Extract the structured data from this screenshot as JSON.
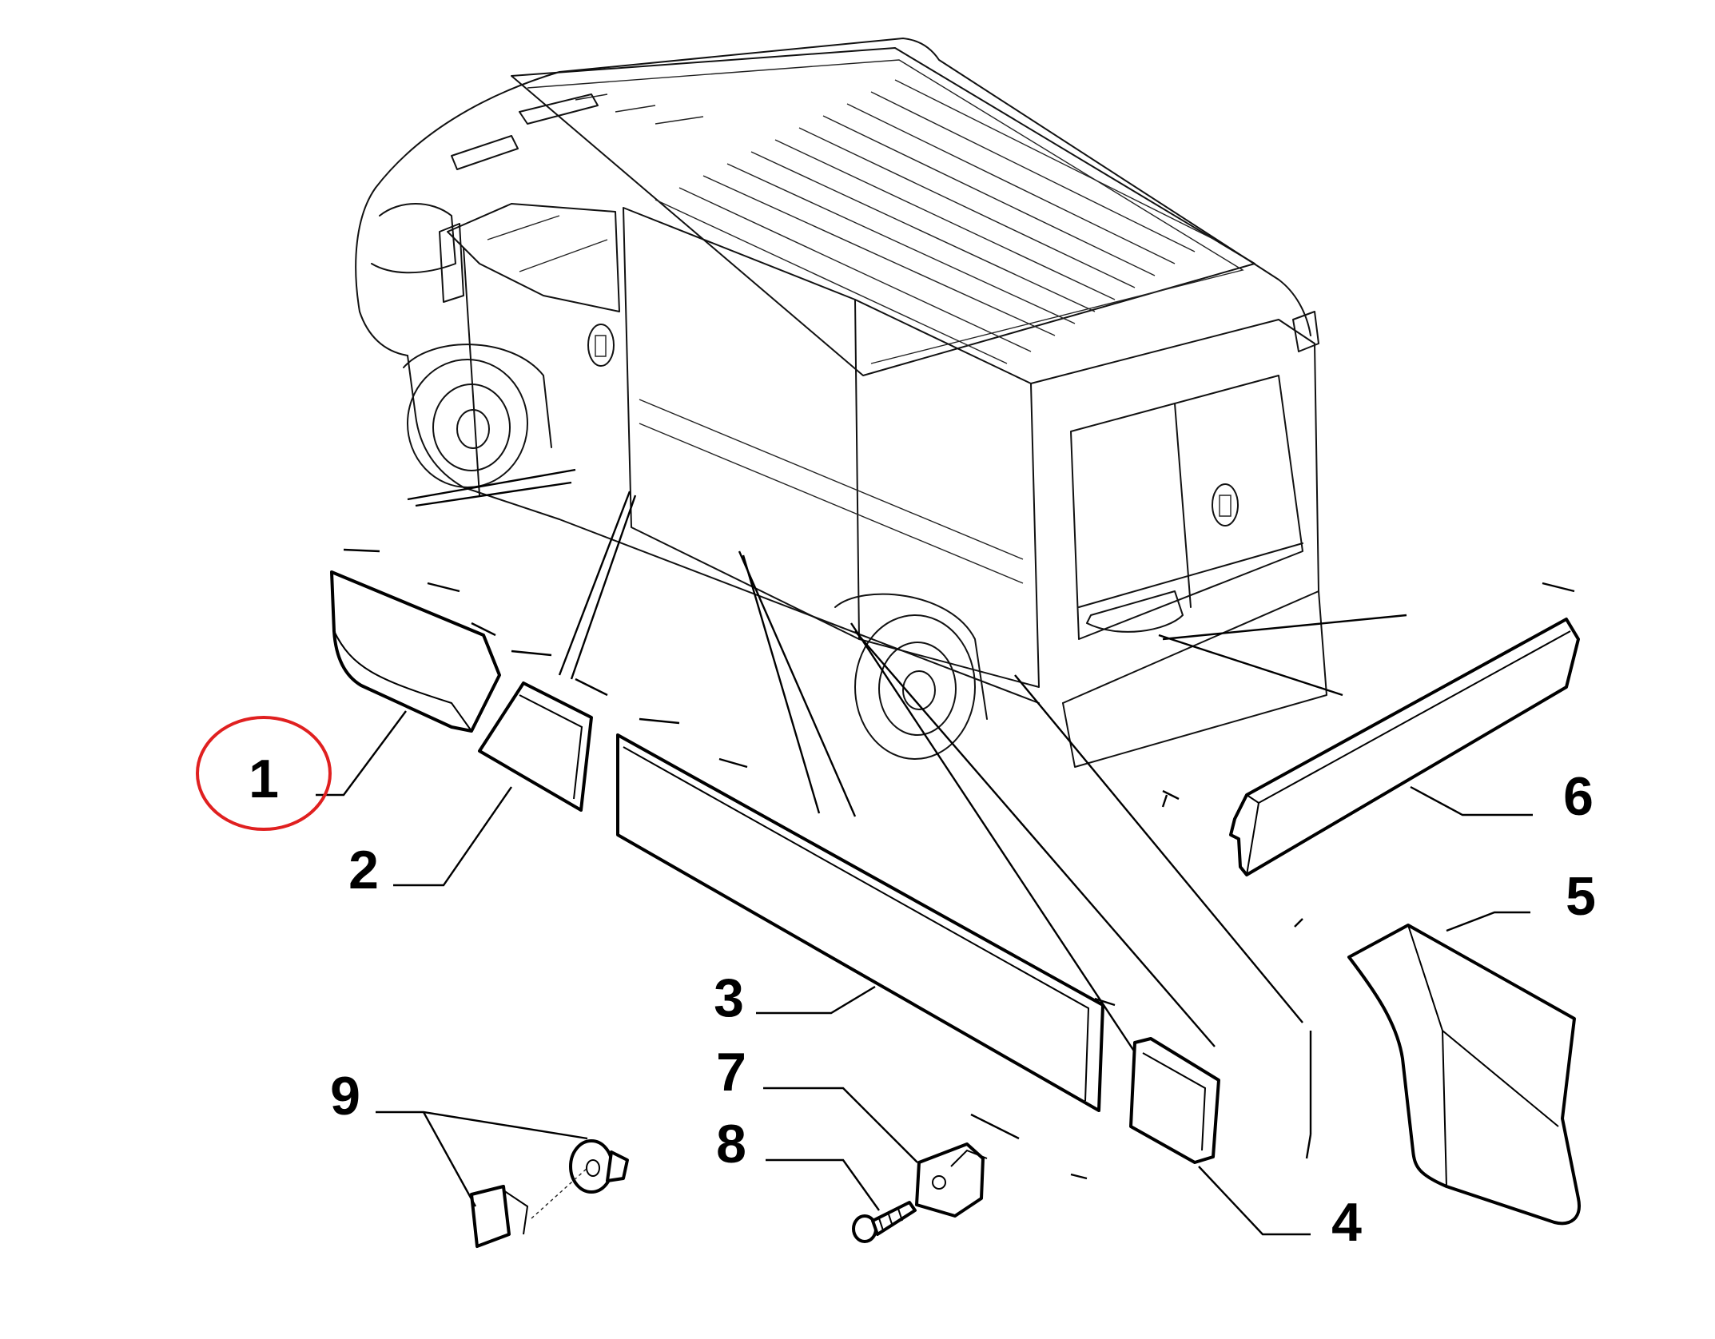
{
  "callouts": [
    {
      "id": "1",
      "label": "1",
      "highlighted": true
    },
    {
      "id": "2",
      "label": "2"
    },
    {
      "id": "3",
      "label": "3"
    },
    {
      "id": "4",
      "label": "4"
    },
    {
      "id": "5",
      "label": "5"
    },
    {
      "id": "6",
      "label": "6"
    },
    {
      "id": "7",
      "label": "7"
    },
    {
      "id": "8",
      "label": "8"
    },
    {
      "id": "9",
      "label": "9"
    }
  ],
  "colors": {
    "line": "#000000",
    "highlight_circle": "#e02020",
    "background": "#ffffff"
  },
  "icons": [
    "van-outline",
    "brand-badge-icon",
    "wheel-icon",
    "screw-icon",
    "clip-icon",
    "push-rivet-icon"
  ]
}
